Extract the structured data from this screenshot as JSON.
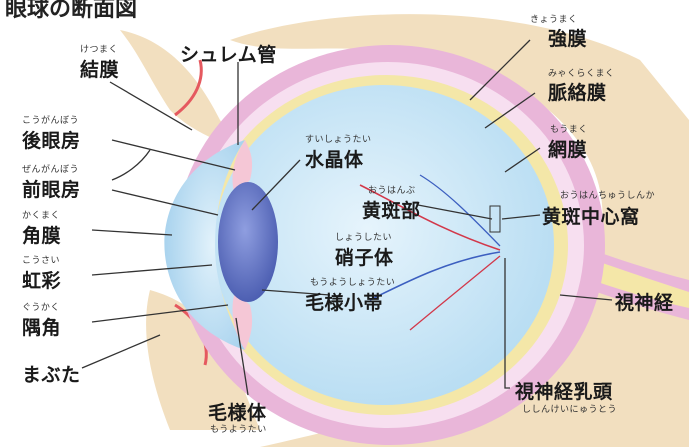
{
  "title": "眼球の断面図",
  "labels": {
    "schlemm": {
      "text": "シュレム管",
      "ruby": ""
    },
    "conjunctiva": {
      "text": "結膜",
      "ruby": "けつまく"
    },
    "posterior_chamber": {
      "text": "後眼房",
      "ruby": "こうがんぼう"
    },
    "anterior_chamber": {
      "text": "前眼房",
      "ruby": "ぜんがんぼう"
    },
    "cornea": {
      "text": "角膜",
      "ruby": "かくまく"
    },
    "iris": {
      "text": "虹彩",
      "ruby": "こうさい"
    },
    "angle": {
      "text": "隅角",
      "ruby": "ぐうかく"
    },
    "eyelid": {
      "text": "まぶた",
      "ruby": ""
    },
    "lens": {
      "text": "水晶体",
      "ruby": "すいしょうたい"
    },
    "macula": {
      "text": "黄斑部",
      "ruby": "おうはんぶ"
    },
    "vitreous": {
      "text": "硝子体",
      "ruby": "しょうしたい"
    },
    "zonule": {
      "text": "毛様小帯",
      "ruby": "もうようしょうたい"
    },
    "ciliary_body": {
      "text": "毛様体",
      "ruby": "もうようたい"
    },
    "sclera": {
      "text": "強膜",
      "ruby": "きょうまく"
    },
    "choroid": {
      "text": "脈絡膜",
      "ruby": "みゃくらくまく"
    },
    "retina": {
      "text": "網膜",
      "ruby": "もうまく"
    },
    "fovea": {
      "text": "黄斑中心窩",
      "ruby": "おうはんちゅうしんか"
    },
    "optic_nerve": {
      "text": "視神経",
      "ruby": ""
    },
    "optic_disc": {
      "text": "視神経乳頭",
      "ruby": "ししんけいにゅうとう"
    }
  },
  "colors": {
    "skin": "#f2dfbf",
    "sclera": "#e9b6d9",
    "choroid": "#f7dff0",
    "retina": "#f4e7a8",
    "vitreous": "#cfe8f7",
    "cornea": "#bfe0f3",
    "lens": "#6e7fc9",
    "iris": "#f5c7d6",
    "vessel_red": "#d2384a",
    "vessel_blue": "#3c5fc0",
    "line": "#333333"
  }
}
